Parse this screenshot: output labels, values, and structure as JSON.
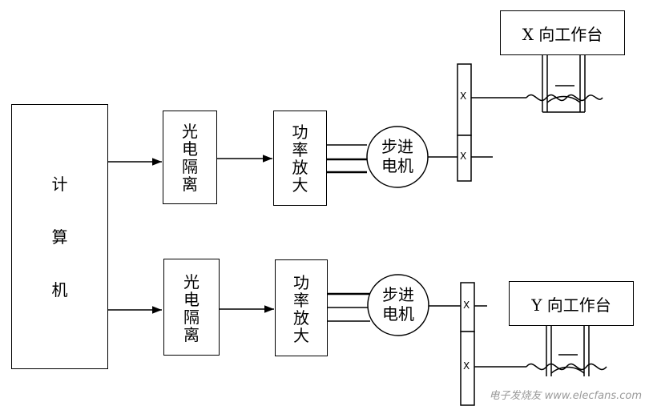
{
  "computer": {
    "label": "计\n\n\n算\n\n\n机"
  },
  "x_channel": {
    "isolation": "光\n电\n隔\n离",
    "amplifier": "功\n率\n放\n大",
    "motor": "步进\n电机",
    "table": "X 向工作台"
  },
  "y_channel": {
    "isolation": "光\n电\n隔\n离",
    "amplifier": "功\n率\n放\n大",
    "motor": "步进\n电机",
    "table": "Y 向工作台"
  },
  "gear_mark": "X",
  "watermark": "电子发烧友 www.elecfans.com"
}
